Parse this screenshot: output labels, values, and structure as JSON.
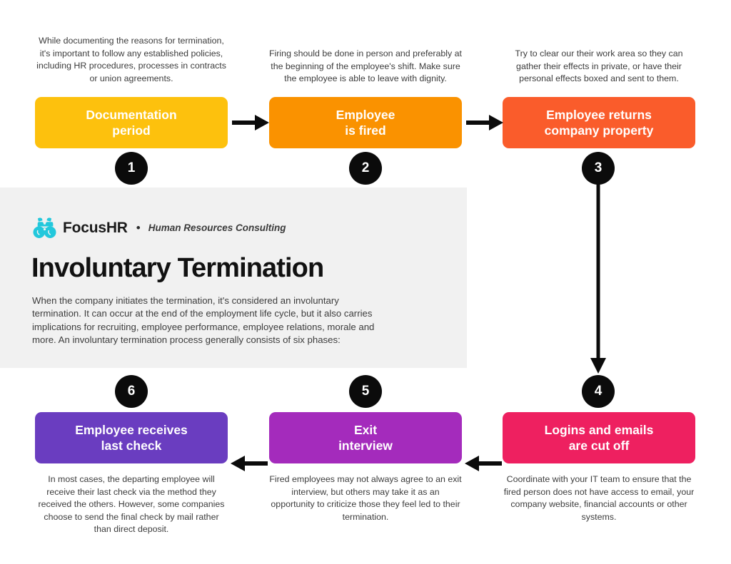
{
  "panel": {
    "brand_name": "FocusHR",
    "brand_separator": "•",
    "brand_tagline": "Human Resources Consulting",
    "logo_icon": "binoculars-icon",
    "logo_color": "#22c8dc",
    "title": "Involuntary Termination",
    "body": "When the company initiates the termination, it's considered an involuntary termination. It can occur at the end of the employment life cycle, but it also carries implications for recruiting, employee performance, employee relations, morale and more. An involuntary termination process generally consists of six phases:"
  },
  "steps": [
    {
      "number": "1",
      "label": "Documentation\nperiod",
      "label_line1": "Documentation",
      "label_line2": "period",
      "color": "#fdc10d",
      "caption": "While documenting the reasons for termination, it's important to follow any established policies, including HR procedures, processes in contracts or union agreements."
    },
    {
      "number": "2",
      "label": "Employee\nis fired",
      "label_line1": "Employee",
      "label_line2": "is fired",
      "color": "#fa9200",
      "caption": "Firing should be done in person and preferably at the beginning of the employee's shift. Make sure the employee is able to leave with dignity."
    },
    {
      "number": "3",
      "label": "Employee returns\ncompany property",
      "label_line1": "Employee returns",
      "label_line2": "company property",
      "color": "#fa5c2b",
      "caption": "Try to clear our their work area so they can gather their effects in private, or have their personal effects boxed and sent to them."
    },
    {
      "number": "4",
      "label": "Logins and emails\nare cut off",
      "label_line1": "Logins and emails",
      "label_line2": "are cut off",
      "color": "#ee2060",
      "caption": "Coordinate with your IT team to ensure that the fired person does not have access to email, your company website, financial accounts or other systems."
    },
    {
      "number": "5",
      "label": "Exit\ninterview",
      "label_line1": "Exit",
      "label_line2": "interview",
      "color": "#a42bbc",
      "caption": "Fired employees may not always agree to an exit interview, but others may take it as an opportunity to criticize those they feel led to their termination."
    },
    {
      "number": "6",
      "label": "Employee receives\nlast check",
      "label_line1": "Employee receives",
      "label_line2": "last check",
      "color": "#6a3dc0",
      "caption": "In most cases, the departing employee will receive their last check via the method they received the others. However, some companies choose to send the final check by mail rather than direct deposit."
    }
  ],
  "arrows": [
    {
      "name": "arrow-step1-to-step2",
      "direction": "right"
    },
    {
      "name": "arrow-step2-to-step3",
      "direction": "right"
    },
    {
      "name": "arrow-step3-to-step4",
      "direction": "down"
    },
    {
      "name": "arrow-step4-to-step5",
      "direction": "left"
    },
    {
      "name": "arrow-step5-to-step6",
      "direction": "left"
    }
  ],
  "colors": {
    "background": "#ffffff",
    "panel_background": "#f1f1f1",
    "badge": "#0b0b0b",
    "text": "#3c3c3c",
    "arrow": "#0b0b0b"
  }
}
